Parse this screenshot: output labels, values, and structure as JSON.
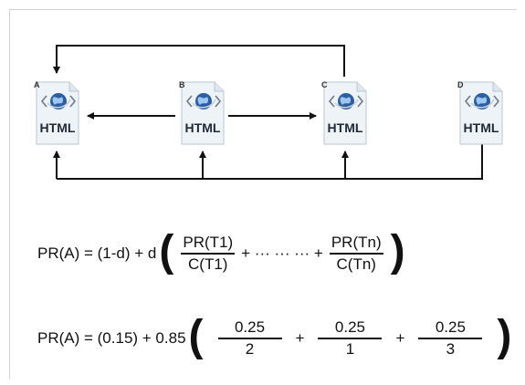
{
  "diagram": {
    "files": [
      {
        "letter": "A",
        "label": "HTML"
      },
      {
        "letter": "B",
        "label": "HTML"
      },
      {
        "letter": "C",
        "label": "HTML"
      },
      {
        "letter": "D",
        "label": "HTML"
      }
    ],
    "colors": {
      "line": "#111111",
      "globe": "#2a5fa8",
      "page": "#eef3f7"
    },
    "icon": "html-file-globe-icon"
  },
  "formula1": {
    "lhs": "PR(A) = (1-d) + d",
    "open_paren": "(",
    "frac1_num": "PR(T1)",
    "frac1_den": "C(T1)",
    "mid": "+ ··· ··· ··· +",
    "frac2_num": "PR(Tn)",
    "frac2_den": "C(Tn)",
    "close_paren": ")"
  },
  "formula2": {
    "lhs": "PR(A) = (0.15) + 0.85",
    "open_paren": "(",
    "fracs": [
      {
        "num": "0.25",
        "den": "2"
      },
      {
        "num": "0.25",
        "den": "1"
      },
      {
        "num": "0.25",
        "den": "3"
      }
    ],
    "plus": "+",
    "close_paren": ")"
  }
}
